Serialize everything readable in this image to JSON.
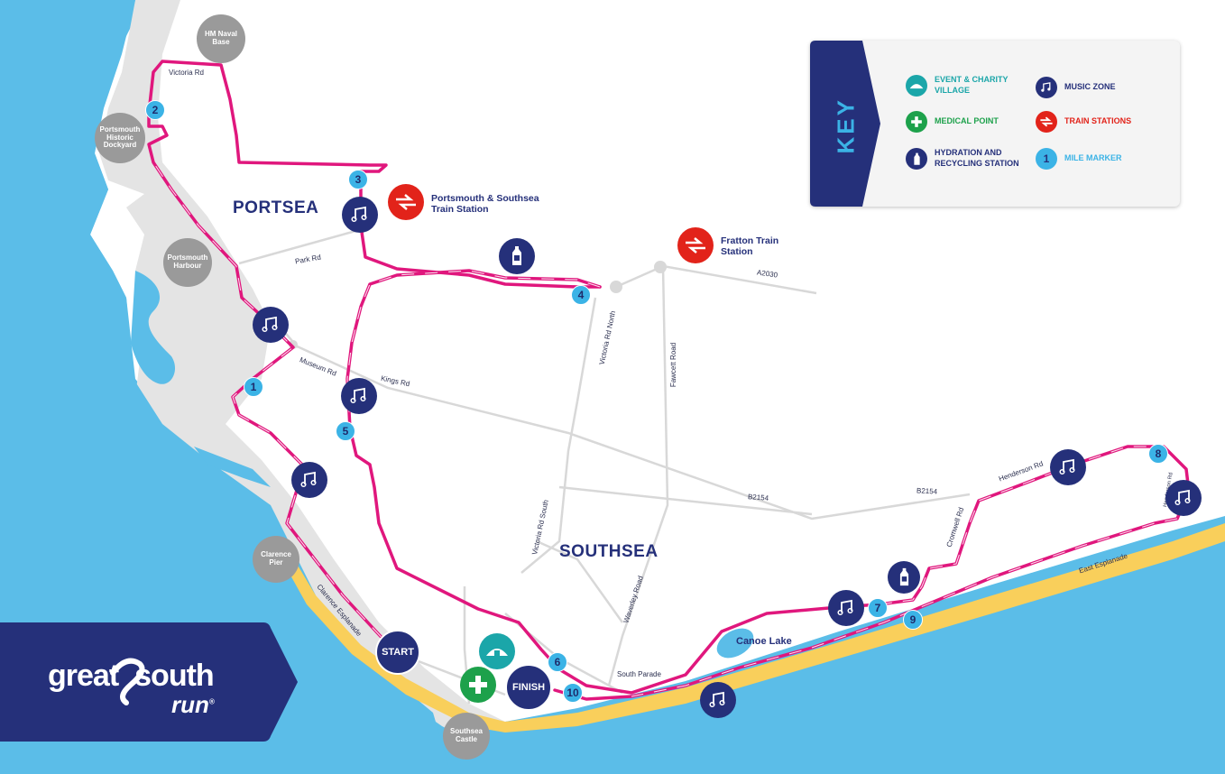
{
  "colors": {
    "sea": "#5bbde8",
    "land": "#ffffff",
    "coast_land": "#e4e4e4",
    "beach": "#f9cf5b",
    "route": "#e0177d",
    "navy": "#25307a",
    "mile_blue": "#3bb3e6",
    "train_red": "#e2231a",
    "medical_green": "#1da14b",
    "village_teal": "#1ba6a9",
    "road": "#d8d8d8"
  },
  "key": {
    "title": "KEY",
    "items": [
      {
        "icon": "tent-icon",
        "label_1": "EVENT & CHARITY",
        "label_2": "VILLAGE",
        "color": "#1ba6a9"
      },
      {
        "icon": "plus-icon",
        "label_1": "MEDICAL POINT",
        "label_2": "",
        "color": "#1da14b"
      },
      {
        "icon": "bottle-icon",
        "label_1": "HYDRATION AND",
        "label_2": "RECYCLING STATION",
        "color": "#25307a"
      },
      {
        "icon": "music-icon",
        "label_1": "MUSIC ZONE",
        "label_2": "",
        "color": "#25307a"
      },
      {
        "icon": "train-icon",
        "label_1": "TRAIN STATIONS",
        "label_2": "",
        "color": "#e2231a"
      },
      {
        "icon": "mile-marker-icon",
        "label_1": "MILE MARKER",
        "label_2": "",
        "color": "#3bb3e6",
        "sample": "1"
      }
    ]
  },
  "logo": {
    "line1_a": "great",
    "line1_b": "south",
    "line2": "run",
    "registered": "®"
  },
  "areas": {
    "portsea": "PORTSEA",
    "southsea": "SOUTHSEA"
  },
  "landmarks": {
    "naval_base": [
      "HM Naval",
      "Base"
    ],
    "dockyard": [
      "Portsmouth",
      "Historic",
      "Dockyard"
    ],
    "harbour": [
      "Portsmouth",
      "Harbour"
    ],
    "pier": [
      "Clarence",
      "Pier"
    ],
    "castle": [
      "Southsea",
      "Castle"
    ]
  },
  "stations": {
    "portsmouth": [
      "Portsmouth & Southsea",
      "Train Station"
    ],
    "fratton": [
      "Fratton Train",
      "Station"
    ]
  },
  "roads": {
    "victoria_rd": "Victoria Rd",
    "park_rd": "Park Rd",
    "museum_rd": "Museum Rd",
    "kings_rd": "Kings Rd",
    "victoria_rd_north": "Victoria Rd North",
    "fawcett_road": "Fawcett Road",
    "a2030": "A2030",
    "b2154_a": "B2154",
    "b2154_b": "B2154",
    "victoria_rd_south": "Victoria Rd South",
    "waverley_road": "Waverley Road",
    "clarence_esplanade": "Clarence Esplanade",
    "south_parade": "South Parade",
    "henderson_rd": "Henderson Rd",
    "henderson_rd_small": "Henderson Rd",
    "cromwell_rd": "Cromwell Rd",
    "east_esplanade": "East Esplanade"
  },
  "lake": "Canoe Lake",
  "points": {
    "start": "START",
    "finish": "FINISH"
  },
  "mile_markers": [
    "1",
    "2",
    "3",
    "4",
    "5",
    "6",
    "7",
    "8",
    "9",
    "10"
  ]
}
